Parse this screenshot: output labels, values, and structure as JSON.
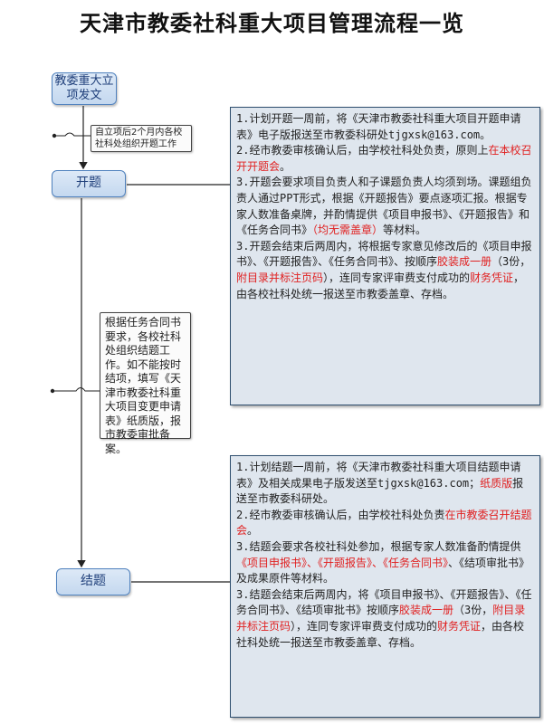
{
  "title": "天津市教委社科重大项目管理流程一览",
  "nodes": {
    "start": "教委重大立项发文",
    "kaiti": "开题",
    "jieti": "结题"
  },
  "notes": {
    "after_approval": "自立项后2个月内各校社科处组织开题工作",
    "change": "根据任务合同书要求，各校社科处组织结题工作。如不能按时结项，填写《天津市教委社科重大项目变更申请表》纸质版，报市教委审批备案。"
  },
  "kaiti_panel": {
    "p1": "1.计划开题一周前，将《天津市教委社科重大项目开题申请表》电子版报送至市教委科研处tjgxsk@163.com。",
    "p2_a": "2.经市教委审核确认后，由学校社科处负责，原则上",
    "p2_b": "在本校召开开题会",
    "p2_c": "。",
    "p3_a": "3.开题会要求项目负责人和子课题负责人均须到场。课题组负责人通过PPT形式，根据《开题报告》要点逐项汇报。根据专家人数准备桌牌，并酌情提供《项目申报书》、《开题报告》和《任务合同书》",
    "p3_b": "（均无需盖章）",
    "p3_c": "等材料。",
    "p4_a": "3.开题会结束后两周内，将根据专家意见修改后的《项目申报书》、《开题报告》、《任务合同书》、按顺序",
    "p4_b": "胶装成一册",
    "p4_c": "（3份，",
    "p4_d": "附目录并标注页码",
    "p4_e": "），连同专家评审费支付成功的",
    "p4_f": "财务凭证",
    "p4_g": "，由各校社科处统一报送至市教委盖章、存档。"
  },
  "jieti_panel": {
    "p1_a": "1.计划结题一周前，将《天津市教委社科重大项目结题申请表》及相关成果电子版发送至tjgxsk@163.com；",
    "p1_b": "纸质版",
    "p1_c": "报送至市教委科研处。",
    "p2_a": "2.经市教委审核确认后，由学校社科处负责",
    "p2_b": "在市教委召开结题会",
    "p2_c": "。",
    "p3_a": "3.结题会要求各校社科处参加，根据专家人数准备酌情提供",
    "p3_b": "《项目申报书》、《开题报告》、《任务合同书》",
    "p3_c": "、《结项审批书》及成果原件等材料。",
    "p4_a": "3.结题会结束后两周内，将《项目申报书》、《开题报告》、《任务合同书》、《结项审批书》按顺序",
    "p4_b": "胶装成一册",
    "p4_c": "（3份，",
    "p4_d": "附目录并标注页码",
    "p4_e": "），连同专家评审费支付成功的",
    "p4_f": "财务凭证",
    "p4_g": "，由各校社科处统一报送至市教委盖章、存档。"
  },
  "colors": {
    "node_border": "#4f81bd",
    "node_text": "#1f3f7a",
    "panel_border": "#2f4f6f",
    "highlight": "#e02020"
  }
}
